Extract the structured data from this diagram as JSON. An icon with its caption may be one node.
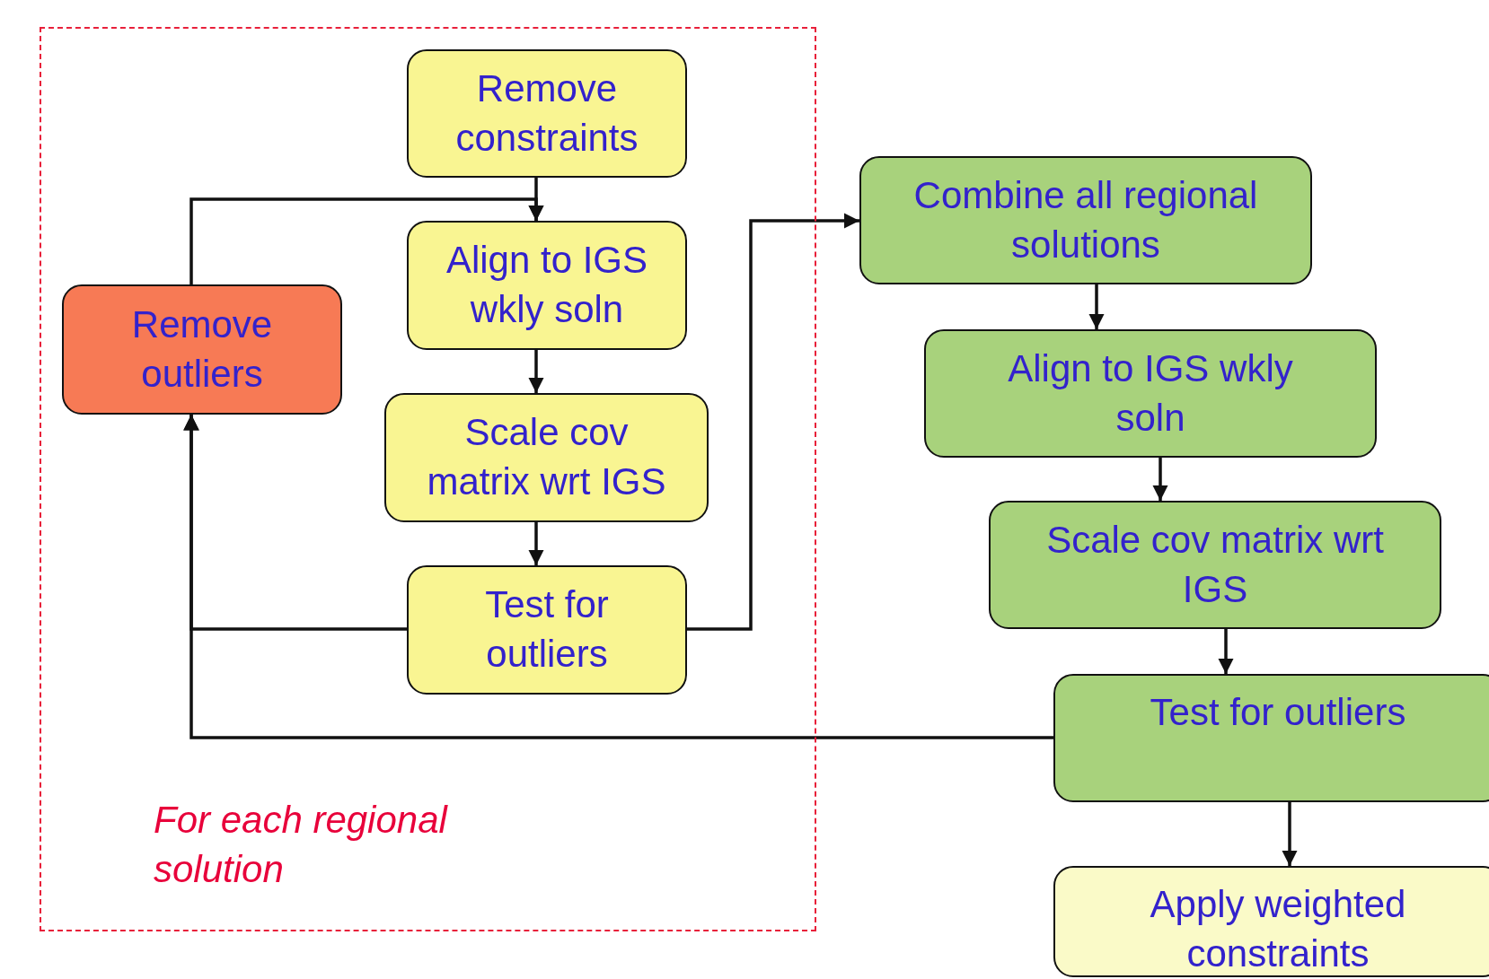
{
  "diagram": {
    "nodes": [
      {
        "text": [
          "For each regional solution"
        ]
      },
      {
        "text": [
          "Remove constraints"
        ],
        "in": 0
      },
      {
        "text": [
          "Align to IGS wkly soln"
        ],
        "in": 0
      },
      {
        "text": [
          "Remove outliers"
        ],
        "in": 0
      },
      {
        "text": [
          "Scale cov matrix wrt IGS"
        ],
        "in": 0
      },
      {
        "text": [
          "Test for outliers"
        ],
        "in": 0
      },
      {
        "text": [
          "Combine all regional solutions"
        ]
      },
      {
        "text": [
          "Align to IGS wkly soln"
        ]
      },
      {
        "text": [
          "Scale cov matrix wrt IGS"
        ]
      },
      {
        "text": [
          "Test for outliers"
        ]
      },
      {
        "text": [
          "Apply weighted constraints"
        ]
      }
    ],
    "edges": [
      {
        "from": 1,
        "to": 2,
        "arrow": "to"
      },
      {
        "from": 3,
        "to": 2,
        "arrow": "to"
      },
      {
        "from": 2,
        "to": 4,
        "arrow": "to"
      },
      {
        "from": 4,
        "to": 5,
        "arrow": "to"
      },
      {
        "from": 5,
        "to": 3,
        "arrow": "to"
      },
      {
        "from": 5,
        "to": 6,
        "arrow": "to"
      },
      {
        "from": 6,
        "to": 7,
        "arrow": "to"
      },
      {
        "from": 7,
        "to": 8,
        "arrow": "to"
      },
      {
        "from": 8,
        "to": 9,
        "arrow": "to"
      },
      {
        "from": 9,
        "to": 10,
        "arrow": "to"
      },
      {
        "from": 9,
        "to": 3,
        "arrow": "to"
      }
    ]
  }
}
